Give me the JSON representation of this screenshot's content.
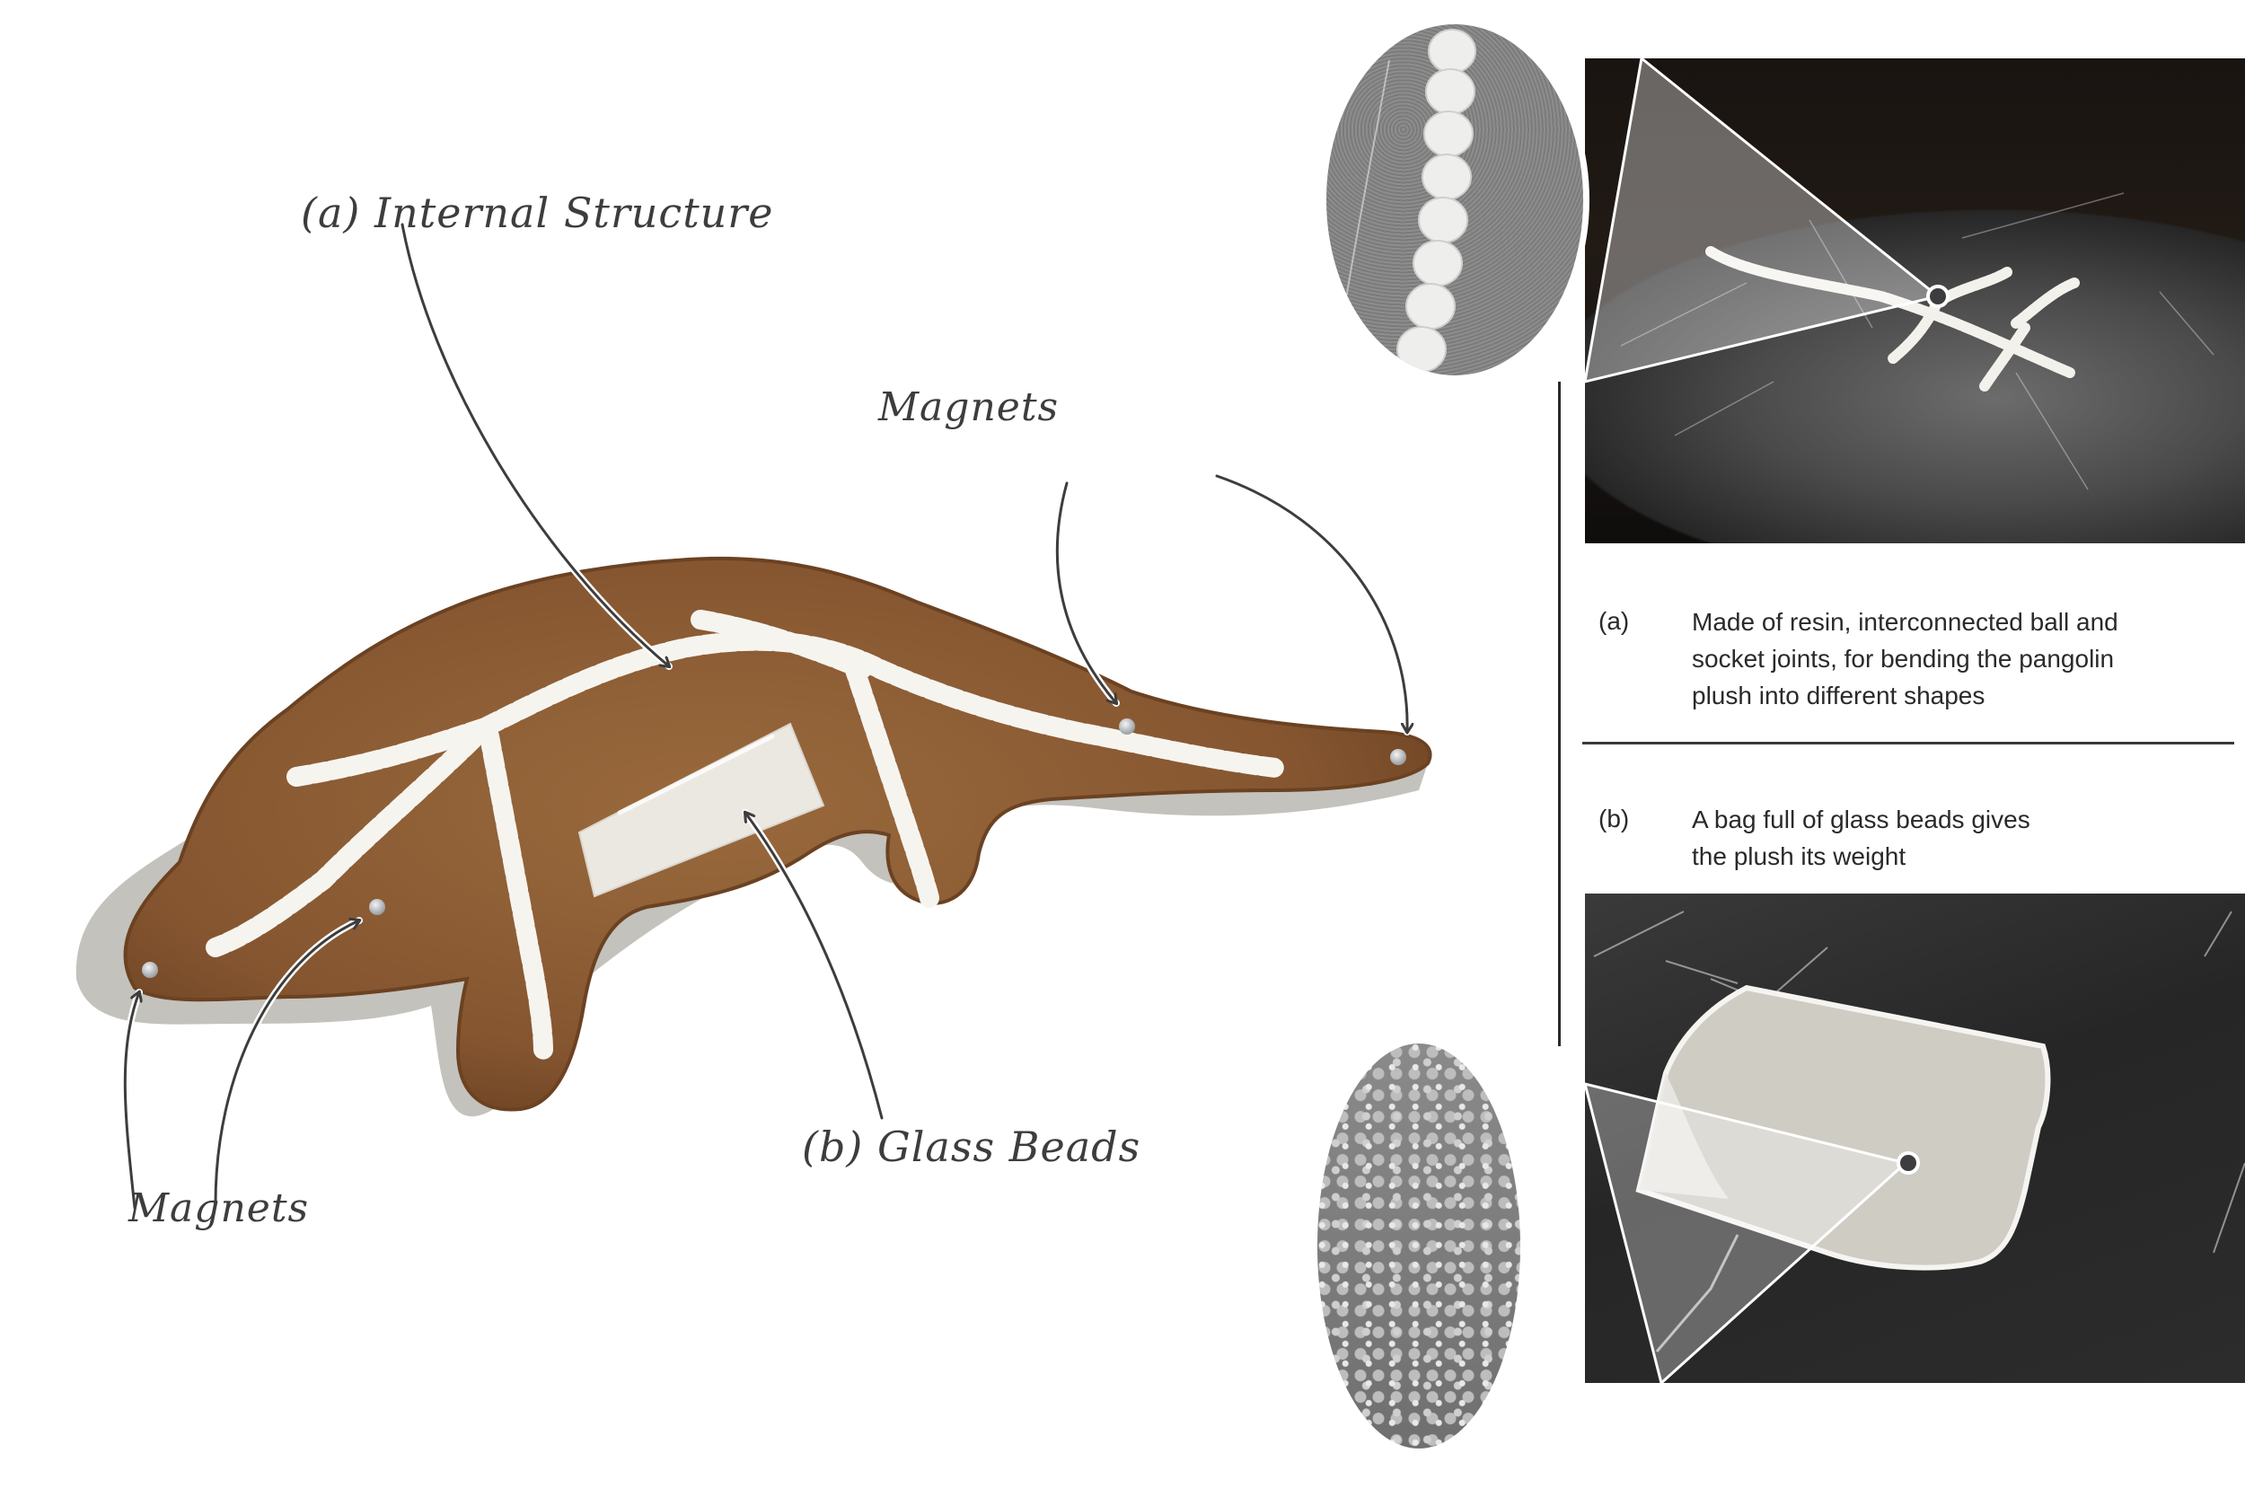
{
  "labels": {
    "internal_structure": "(a) Internal Structure",
    "glass_beads": "(b) Glass Beads",
    "magnets_top": "Magnets",
    "magnets_bottom": "Magnets"
  },
  "descriptions": [
    {
      "marker": "(a)",
      "lines": [
        "Made of resin, interconnected ball and",
        "socket joints, for bending the pangolin",
        "plush into different shapes"
      ]
    },
    {
      "marker": "(b)",
      "lines": [
        "A bag full of glass beads gives",
        "the plush its weight"
      ]
    }
  ],
  "colors": {
    "body": "#8a5a33",
    "body_edge": "#6b4222",
    "shadow": "#b9b7b1",
    "skeleton": "#f6f4ef",
    "bag": "#ebe8e2",
    "magnet": "#c9cccd",
    "annotation": "#3d3d3d",
    "photo_dark": "#1c1c1c",
    "marble": "#4a4a4a"
  },
  "photos": {
    "skeleton_photo": "Resin ball-and-socket skeleton on marble",
    "skeleton_closeup": "Close-up of ball and socket joints",
    "bag_photo": "Fabric bag of glass beads on marble",
    "beads_closeup": "Close-up of glass beads"
  }
}
